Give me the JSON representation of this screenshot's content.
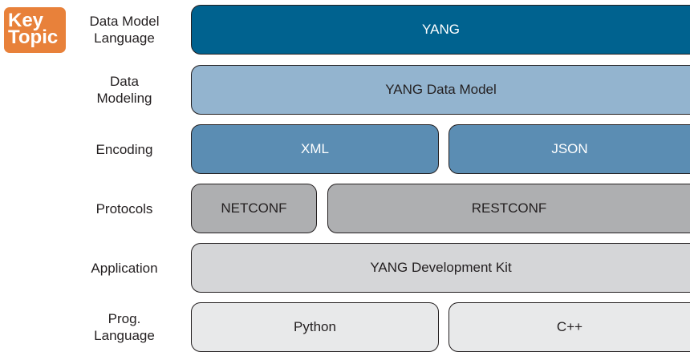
{
  "badge": {
    "line1": "Key",
    "line2": "Topic",
    "color": "#e8813a"
  },
  "rows": [
    {
      "label_lines": [
        "Data Model",
        "Language"
      ],
      "boxes": [
        {
          "label": "YANG",
          "color": "#00628f"
        }
      ]
    },
    {
      "label_lines": [
        "Data",
        "Modeling"
      ],
      "boxes": [
        {
          "label": "YANG Data Model",
          "color": "#93b4cf"
        }
      ]
    },
    {
      "label_lines": [
        "Encoding"
      ],
      "boxes": [
        {
          "label": "XML",
          "color": "#5b8db3"
        },
        {
          "label": "JSON",
          "color": "#5b8db3"
        }
      ]
    },
    {
      "label_lines": [
        "Protocols"
      ],
      "boxes": [
        {
          "label": "NETCONF",
          "color": "#aeafb1"
        },
        {
          "label": "RESTCONF",
          "color": "#aeafb1"
        }
      ]
    },
    {
      "label_lines": [
        "Application"
      ],
      "boxes": [
        {
          "label": "YANG Development Kit",
          "color": "#d5d6d8"
        }
      ]
    },
    {
      "label_lines": [
        "Prog.",
        "Language"
      ],
      "boxes": [
        {
          "label": "Python",
          "color": "#e8e9ea"
        },
        {
          "label": "C++",
          "color": "#e8e9ea"
        }
      ]
    }
  ]
}
